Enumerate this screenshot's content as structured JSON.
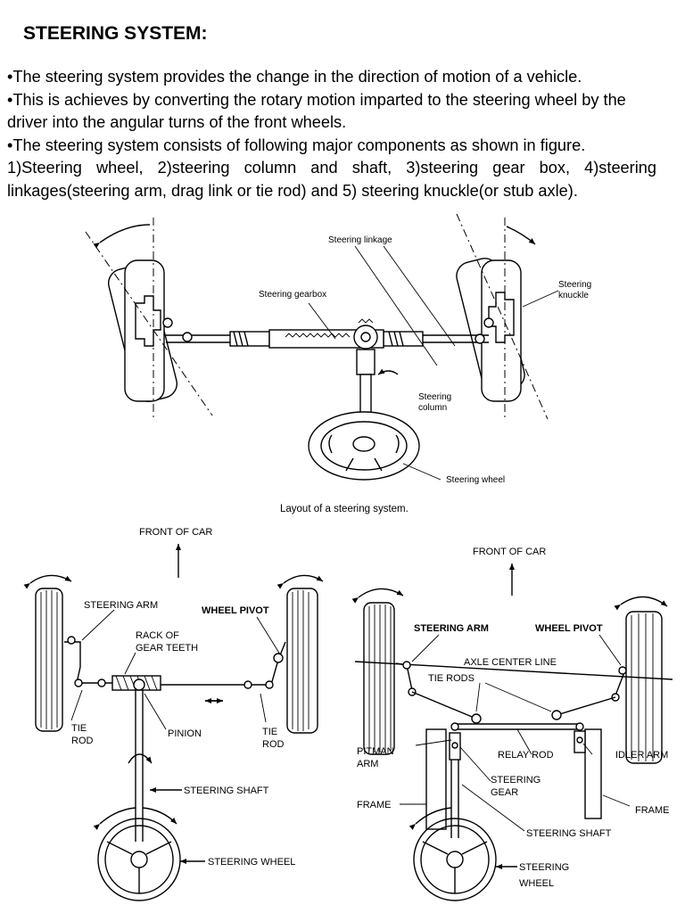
{
  "page": {
    "title": "STEERING SYSTEM:",
    "paragraphs": [
      "•The steering system provides the change in the direction of motion of a vehicle.",
      "•This is achieves by converting the rotary motion imparted to the steering wheel by the driver into the angular turns of the front wheels.",
      "•The steering system consists of following major components as shown in figure.",
      "1)Steering wheel, 2)steering column and shaft, 3)steering gear box, 4)steering linkages(steering arm, drag link or tie rod) and 5) steering knuckle(or stub axle)."
    ]
  },
  "figure_top": {
    "labels": {
      "steering_linkage": "Steering linkage",
      "steering_gearbox": "Steering gearbox",
      "steering_knuckle_1": "Steering",
      "steering_knuckle_2": "knuckle",
      "steering_column_1": "Steering",
      "steering_column_2": "column",
      "steering_wheel": "Steering wheel"
    },
    "caption": "Layout of a steering system."
  },
  "figure_left": {
    "labels": {
      "front_of_car": "FRONT OF CAR",
      "steering_arm": "STEERING ARM",
      "wheel_pivot": "WHEEL PIVOT",
      "rack_1": "RACK OF",
      "rack_2": "GEAR TEETH",
      "tie_rod_left_1": "TIE",
      "tie_rod_left_2": "ROD",
      "pinion": "PINION",
      "tie_rod_right_1": "TIE",
      "tie_rod_right_2": "ROD",
      "steering_shaft": "STEERING SHAFT",
      "steering_wheel": "STEERING WHEEL"
    }
  },
  "figure_right": {
    "labels": {
      "front_of_car": "FRONT OF CAR",
      "steering_arm": "STEERING ARM",
      "wheel_pivot": "WHEEL PIVOT",
      "axle_center_line": "AXLE CENTER LINE",
      "tie_rods": "TIE RODS",
      "pitman_1": "PITMAN",
      "pitman_2": "ARM",
      "relay_rod": "RELAY ROD",
      "idler_arm": "IDLER ARM",
      "steering_gear_1": "STEERING",
      "steering_gear_2": "GEAR",
      "frame_left": "FRAME",
      "frame_right": "FRAME",
      "steering_shaft": "STEERING SHAFT",
      "steering_wheel_1": "STEERING",
      "steering_wheel_2": "WHEEL"
    }
  }
}
